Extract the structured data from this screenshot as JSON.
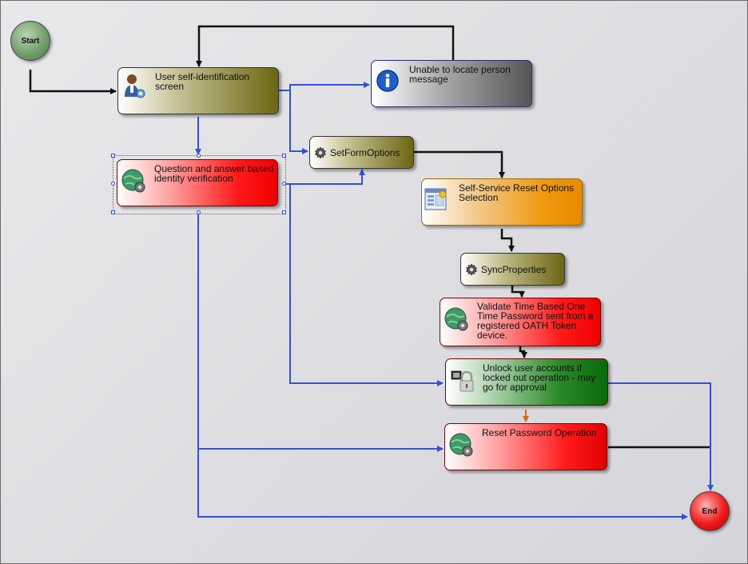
{
  "start": {
    "label": "Start"
  },
  "end": {
    "label": "End"
  },
  "nodes": {
    "user_self_identification": {
      "label": "User self-identification screen",
      "icon": "person-icon"
    },
    "unable_to_locate": {
      "label": "Unable to locate person message",
      "icon": "info-icon"
    },
    "set_form_options": {
      "label": "SetFormOptions",
      "icon": "gear-icon"
    },
    "qa_verification": {
      "label": "Question and answer based identity verification",
      "icon": "globe-gear-icon"
    },
    "reset_options_selection": {
      "label": "Self-Service Reset Options Selection",
      "icon": "form-icon"
    },
    "sync_properties": {
      "label": "SyncProperties",
      "icon": "gear-icon"
    },
    "validate_otp": {
      "label": "Validate Time Based One Time Password sent from a registered OATH Token device.",
      "icon": "globe-gear-icon"
    },
    "unlock_accounts": {
      "label": "Unlock user accounts if locked out operation - may go for approval",
      "icon": "lock-icon"
    },
    "reset_password": {
      "label": "Reset Password Operation",
      "icon": "globe-gear-icon"
    }
  },
  "colors": {
    "black_connector": "#111111",
    "blue_connector": "#3351d0",
    "orange_connector": "#d2691e",
    "selection_handle": "#2d4ec9"
  }
}
